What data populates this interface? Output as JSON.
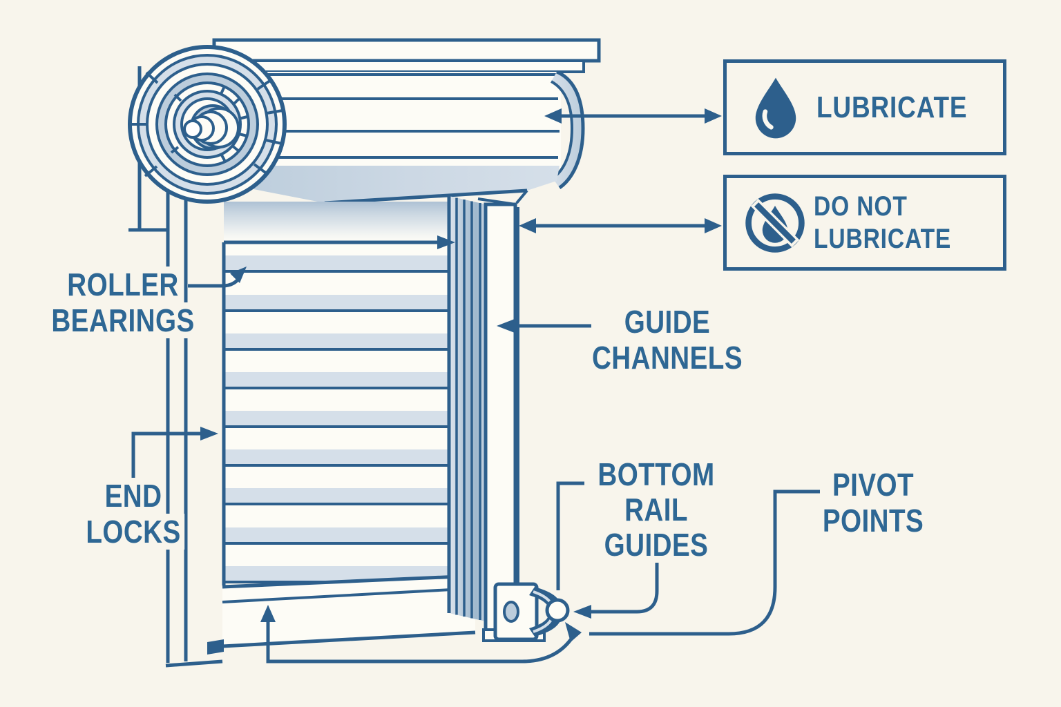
{
  "palette": {
    "background": "#f8f5ec",
    "ink": "#2d5f8c",
    "text": "#2e6794",
    "paper": "#fdfcf6",
    "shade_light": "#d5dfe9",
    "shade_mid": "#bccddc",
    "shade_dark": "#a4bcd1"
  },
  "labels": {
    "roller_bearings": {
      "line1": "ROLLER",
      "line2": "BEARINGS"
    },
    "end_locks": {
      "line1": "END",
      "line2": "LOCKS"
    },
    "guide_channels": {
      "line1": "GUIDE",
      "line2": "CHANNELS"
    },
    "bottom_rail_guides": {
      "line1": "BOTTOM",
      "line2": "RAIL",
      "line3": "GUIDES"
    },
    "pivot_points": {
      "line1": "PIVOT",
      "line2": "POINTS"
    }
  },
  "legend": {
    "lubricate": {
      "label": "LUBRICATE",
      "icon": "droplet-icon"
    },
    "do_not_lubricate": {
      "line1": "DO NOT",
      "line2": "LUBRICATE",
      "icon": "no-droplet-icon"
    }
  }
}
